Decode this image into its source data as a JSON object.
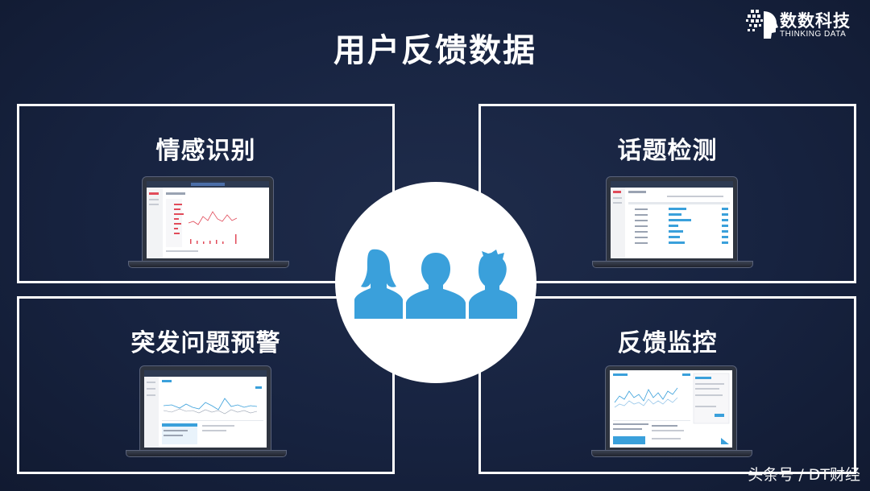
{
  "title": "用户反馈数据",
  "brand": {
    "name": "数数科技",
    "sub": "THINKING DATA"
  },
  "panels": [
    {
      "title": "情感识别"
    },
    {
      "title": "话题检测"
    },
    {
      "title": "突发问题预警"
    },
    {
      "title": "反馈监控"
    }
  ],
  "watermark": "头条号 / DT财经",
  "colors": {
    "background": "#172340",
    "accent": "#3aa0db",
    "panel_border": "#ffffff"
  },
  "icons": {
    "center": "users-group-icon",
    "brand": "brand-dots-icon"
  }
}
